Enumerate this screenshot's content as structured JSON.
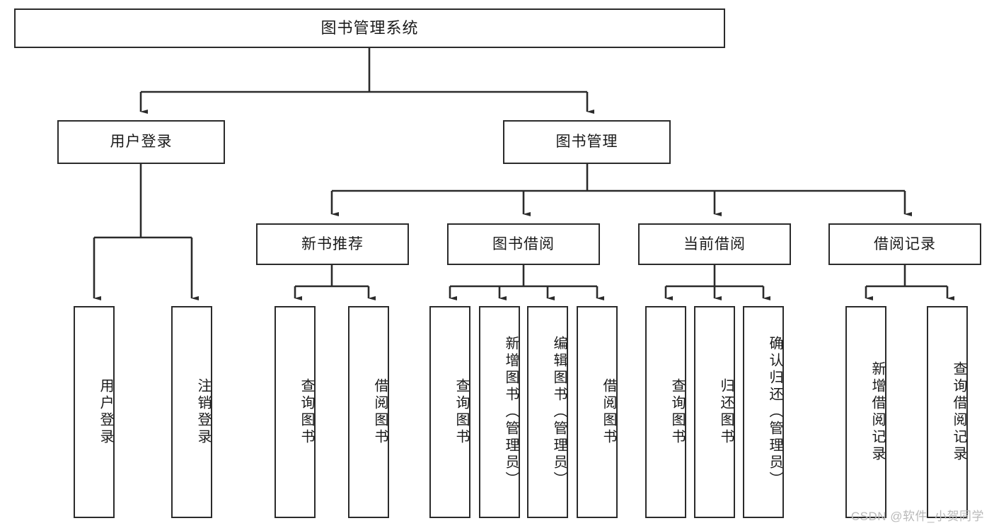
{
  "diagram": {
    "title": "图书管理系统",
    "type": "功能结构图",
    "line_color": "#2b2b2b",
    "box_fill": "#ffffff",
    "text_color": "#1a1a1a",
    "watermark": "CSDN @软件_小贺同学"
  },
  "nodes": {
    "root": {
      "label": "图书管理系统"
    },
    "level1": [
      {
        "label": "用户登录"
      },
      {
        "label": "图书管理"
      }
    ],
    "level2": [
      {
        "label": "新书推荐"
      },
      {
        "label": "图书借阅"
      },
      {
        "label": "当前借阅"
      },
      {
        "label": "借阅记录"
      }
    ],
    "leaves_user_login": [
      {
        "label": "用户登录"
      },
      {
        "label": "注销登录"
      }
    ],
    "leaves_new_books": [
      {
        "label": "查询图书"
      },
      {
        "label": "借阅图书"
      }
    ],
    "leaves_borrow": [
      {
        "label": "查询图书"
      },
      {
        "label": "新增图书（管理员）"
      },
      {
        "label": "编辑图书（管理员）"
      },
      {
        "label": "借阅图书"
      }
    ],
    "leaves_current": [
      {
        "label": "查询图书"
      },
      {
        "label": "归还图书"
      },
      {
        "label": "确认归还（管理员）"
      }
    ],
    "leaves_records": [
      {
        "label": "新增借阅记录"
      },
      {
        "label": "查询借阅记录"
      }
    ]
  },
  "chart_data": {
    "type": "tree",
    "title": "图书管理系统",
    "orientation": "top-down",
    "tree": {
      "name": "图书管理系统",
      "children": [
        {
          "name": "用户登录",
          "children": [
            {
              "name": "用户登录"
            },
            {
              "name": "注销登录"
            }
          ]
        },
        {
          "name": "图书管理",
          "children": [
            {
              "name": "新书推荐",
              "children": [
                {
                  "name": "查询图书"
                },
                {
                  "name": "借阅图书"
                }
              ]
            },
            {
              "name": "图书借阅",
              "children": [
                {
                  "name": "查询图书"
                },
                {
                  "name": "新增图书（管理员）"
                },
                {
                  "name": "编辑图书（管理员）"
                },
                {
                  "name": "借阅图书"
                }
              ]
            },
            {
              "name": "当前借阅",
              "children": [
                {
                  "name": "查询图书"
                },
                {
                  "name": "归还图书"
                },
                {
                  "name": "确认归还（管理员）"
                }
              ]
            },
            {
              "name": "借阅记录",
              "children": [
                {
                  "name": "新增借阅记录"
                },
                {
                  "name": "查询借阅记录"
                }
              ]
            }
          ]
        }
      ]
    }
  }
}
